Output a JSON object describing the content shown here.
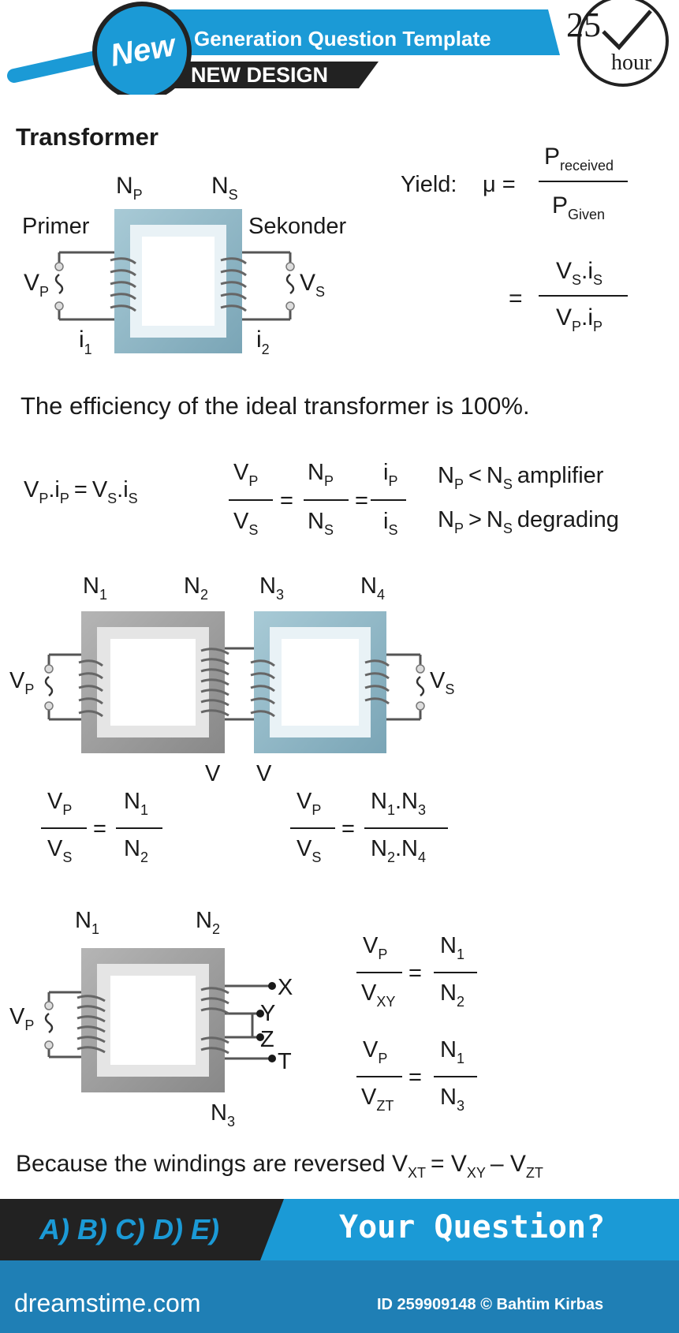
{
  "header": {
    "badge": "New",
    "title": "Generation Question Template",
    "subtitle": "NEW DESIGN",
    "clock_number": "25",
    "clock_unit": "hour"
  },
  "section_title": "Transformer",
  "diagram1": {
    "np": "N",
    "np_sub": "P",
    "ns": "N",
    "ns_sub": "S",
    "primary_label": "Primer",
    "secondary_label": "Sekonder",
    "vp": "V",
    "vp_sub": "P",
    "vs": "V",
    "vs_sub": "S",
    "i1": "i",
    "i1_sub": "1",
    "i2": "i",
    "i2_sub": "2"
  },
  "yield_formula": {
    "label": "Yield:",
    "symbol": "μ =",
    "num": "P",
    "num_sub": "received",
    "den": "P",
    "den_sub": "Given",
    "eq2": "=",
    "num2_a": "V",
    "num2_a_sub": "S",
    "num2_b": ".i",
    "num2_b_sub": "S",
    "den2_a": "V",
    "den2_a_sub": "P",
    "den2_b": ".i",
    "den2_b_sub": "P"
  },
  "efficiency_text": "The efficiency of the ideal transformer is 100%.",
  "power_eq": {
    "lhs_a": "V",
    "lhs_a_sub": "P",
    "lhs_b": ".i",
    "lhs_b_sub": "P",
    "eq": "=",
    "rhs_a": "V",
    "rhs_a_sub": "S",
    "rhs_b": ".i",
    "rhs_b_sub": "S"
  },
  "ratio_eq": {
    "f1n": "V",
    "f1n_sub": "P",
    "f1d": "V",
    "f1d_sub": "S",
    "f2n": "N",
    "f2n_sub": "P",
    "f2d": "N",
    "f2d_sub": "S",
    "f3n": "i",
    "f3n_sub": "P",
    "f3d": "i",
    "f3d_sub": "S",
    "eq": "="
  },
  "rules": {
    "amp_a": "N",
    "amp_a_sub": "P",
    "amp_op": "<",
    "amp_b": "N",
    "amp_b_sub": "S",
    "amp_text": "amplifier",
    "deg_a": "N",
    "deg_a_sub": "P",
    "deg_op": ">",
    "deg_b": "N",
    "deg_b_sub": "S",
    "deg_text": "degrading"
  },
  "diagram2": {
    "n1": "N",
    "n1_sub": "1",
    "n2": "N",
    "n2_sub": "2",
    "n3": "N",
    "n3_sub": "3",
    "n4": "N",
    "n4_sub": "4",
    "vp": "V",
    "vp_sub": "P",
    "vs": "V",
    "vs_sub": "S",
    "v_left": "V",
    "v_right": "V"
  },
  "diagram2_eq": {
    "a_n": "V",
    "a_n_sub": "P",
    "a_d": "V",
    "a_d_sub": "S",
    "b_n": "N",
    "b_n_sub": "1",
    "b_d": "N",
    "b_d_sub": "2",
    "c_n": "V",
    "c_n_sub": "P",
    "c_d": "V",
    "c_d_sub": "S",
    "d_n1": "N",
    "d_n1_sub": "1",
    "d_n2": ".N",
    "d_n2_sub": "3",
    "d_d1": "N",
    "d_d1_sub": "2",
    "d_d2": ".N",
    "d_d2_sub": "4",
    "eq": "="
  },
  "diagram3": {
    "n1": "N",
    "n1_sub": "1",
    "n2": "N",
    "n2_sub": "2",
    "n3": "N",
    "n3_sub": "3",
    "vp": "V",
    "vp_sub": "P",
    "x": "X",
    "y": "Y",
    "z": "Z",
    "t": "T"
  },
  "diagram3_eq": {
    "a_n": "V",
    "a_n_sub": "P",
    "a_d": "V",
    "a_d_sub": "XY",
    "b_n": "N",
    "b_n_sub": "1",
    "b_d": "N",
    "b_d_sub": "2",
    "c_n": "V",
    "c_n_sub": "P",
    "c_d": "V",
    "c_d_sub": "ZT",
    "d_n": "N",
    "d_n_sub": "1",
    "d_d": "N",
    "d_d_sub": "3",
    "eq": "="
  },
  "reversed_text": {
    "lead": "Because the windings are reversed V",
    "lead_sub": "XT",
    "mid": "= V",
    "mid_sub": "XY",
    "tail": "– V",
    "tail_sub": "ZT"
  },
  "footer": {
    "options": "A) B) C) D) E)",
    "question": "Your Question?",
    "brand": "dreamstime.com",
    "credit": "ID 259909148 © Bahtim Kirbas"
  },
  "colors": {
    "blue": "#1b9ad6",
    "dark": "#222222",
    "core_blue": "#8fb8c8",
    "core_gray": "#9c9c9c",
    "footer_bg": "#1f7fb5"
  }
}
